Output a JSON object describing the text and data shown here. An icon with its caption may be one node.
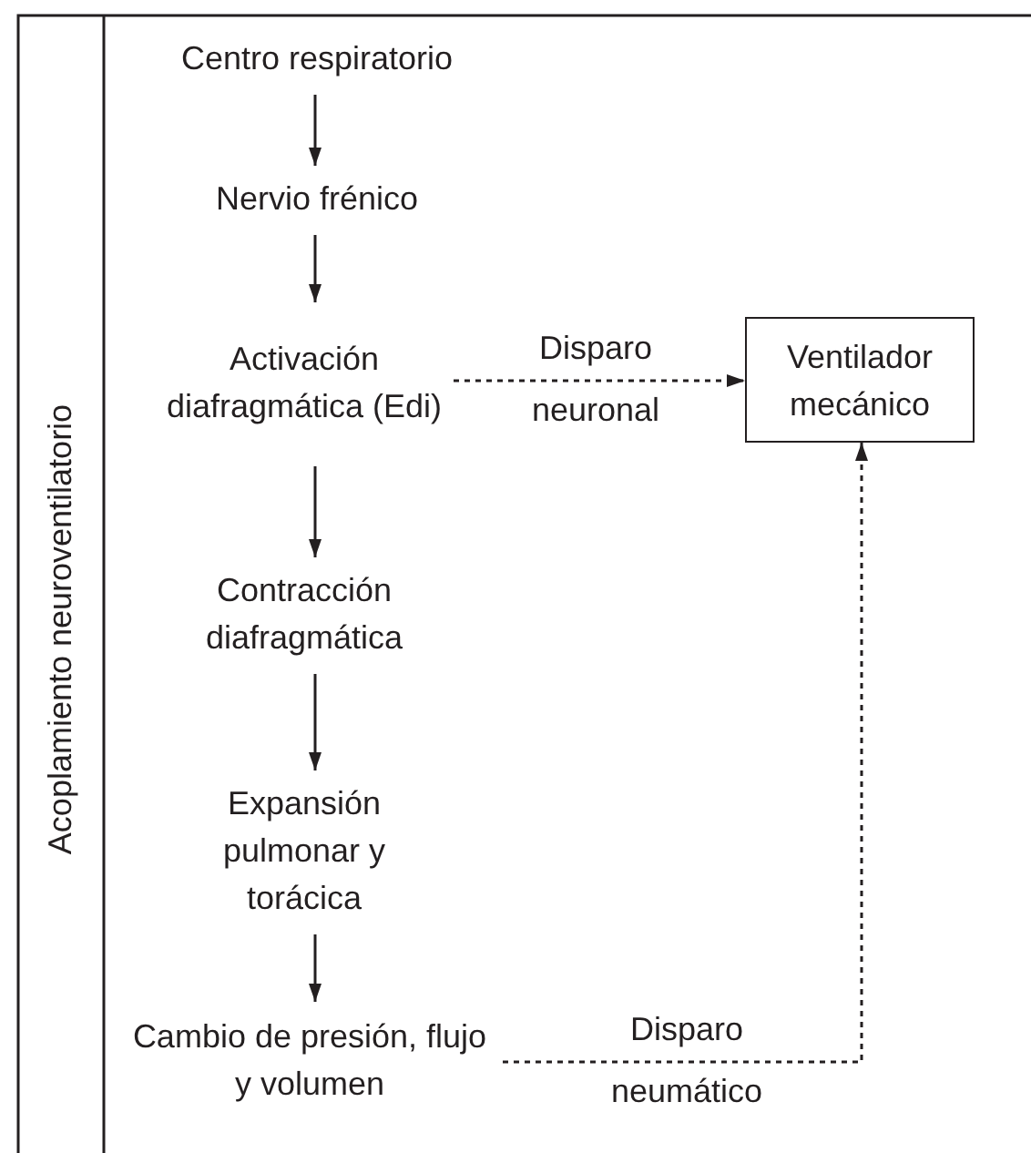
{
  "diagram": {
    "nodes": [
      {
        "text": [
          "Centro respiratorio"
        ]
      },
      {
        "text": [
          "Nervio frénico"
        ]
      },
      {
        "text": [
          "Activación diafragmática (Edi)"
        ]
      },
      {
        "text": [
          "Contracción diafragmática"
        ]
      },
      {
        "text": [
          "Expansión pulmonar y torácica"
        ]
      },
      {
        "text": [
          "Cambio de presión, flujo y volumen"
        ]
      },
      {
        "text": [
          "Ventilador mecánico"
        ]
      }
    ],
    "edges": [
      {
        "from": 0,
        "to": 1,
        "arrow": "to"
      },
      {
        "from": 1,
        "to": 2,
        "arrow": "to"
      },
      {
        "from": 2,
        "to": 6,
        "arrow": "to",
        "label": "Disparo neuronal",
        "style": "dashed"
      },
      {
        "from": 2,
        "to": 3,
        "arrow": "to"
      },
      {
        "from": 3,
        "to": 4,
        "arrow": "to"
      },
      {
        "from": 4,
        "to": 5,
        "arrow": "to"
      },
      {
        "from": 5,
        "to": 6,
        "arrow": "to",
        "label": "Disparo neumático",
        "style": "dashed"
      }
    ],
    "labels": [
      "Acoplamiento neuroventilatorio"
    ]
  }
}
